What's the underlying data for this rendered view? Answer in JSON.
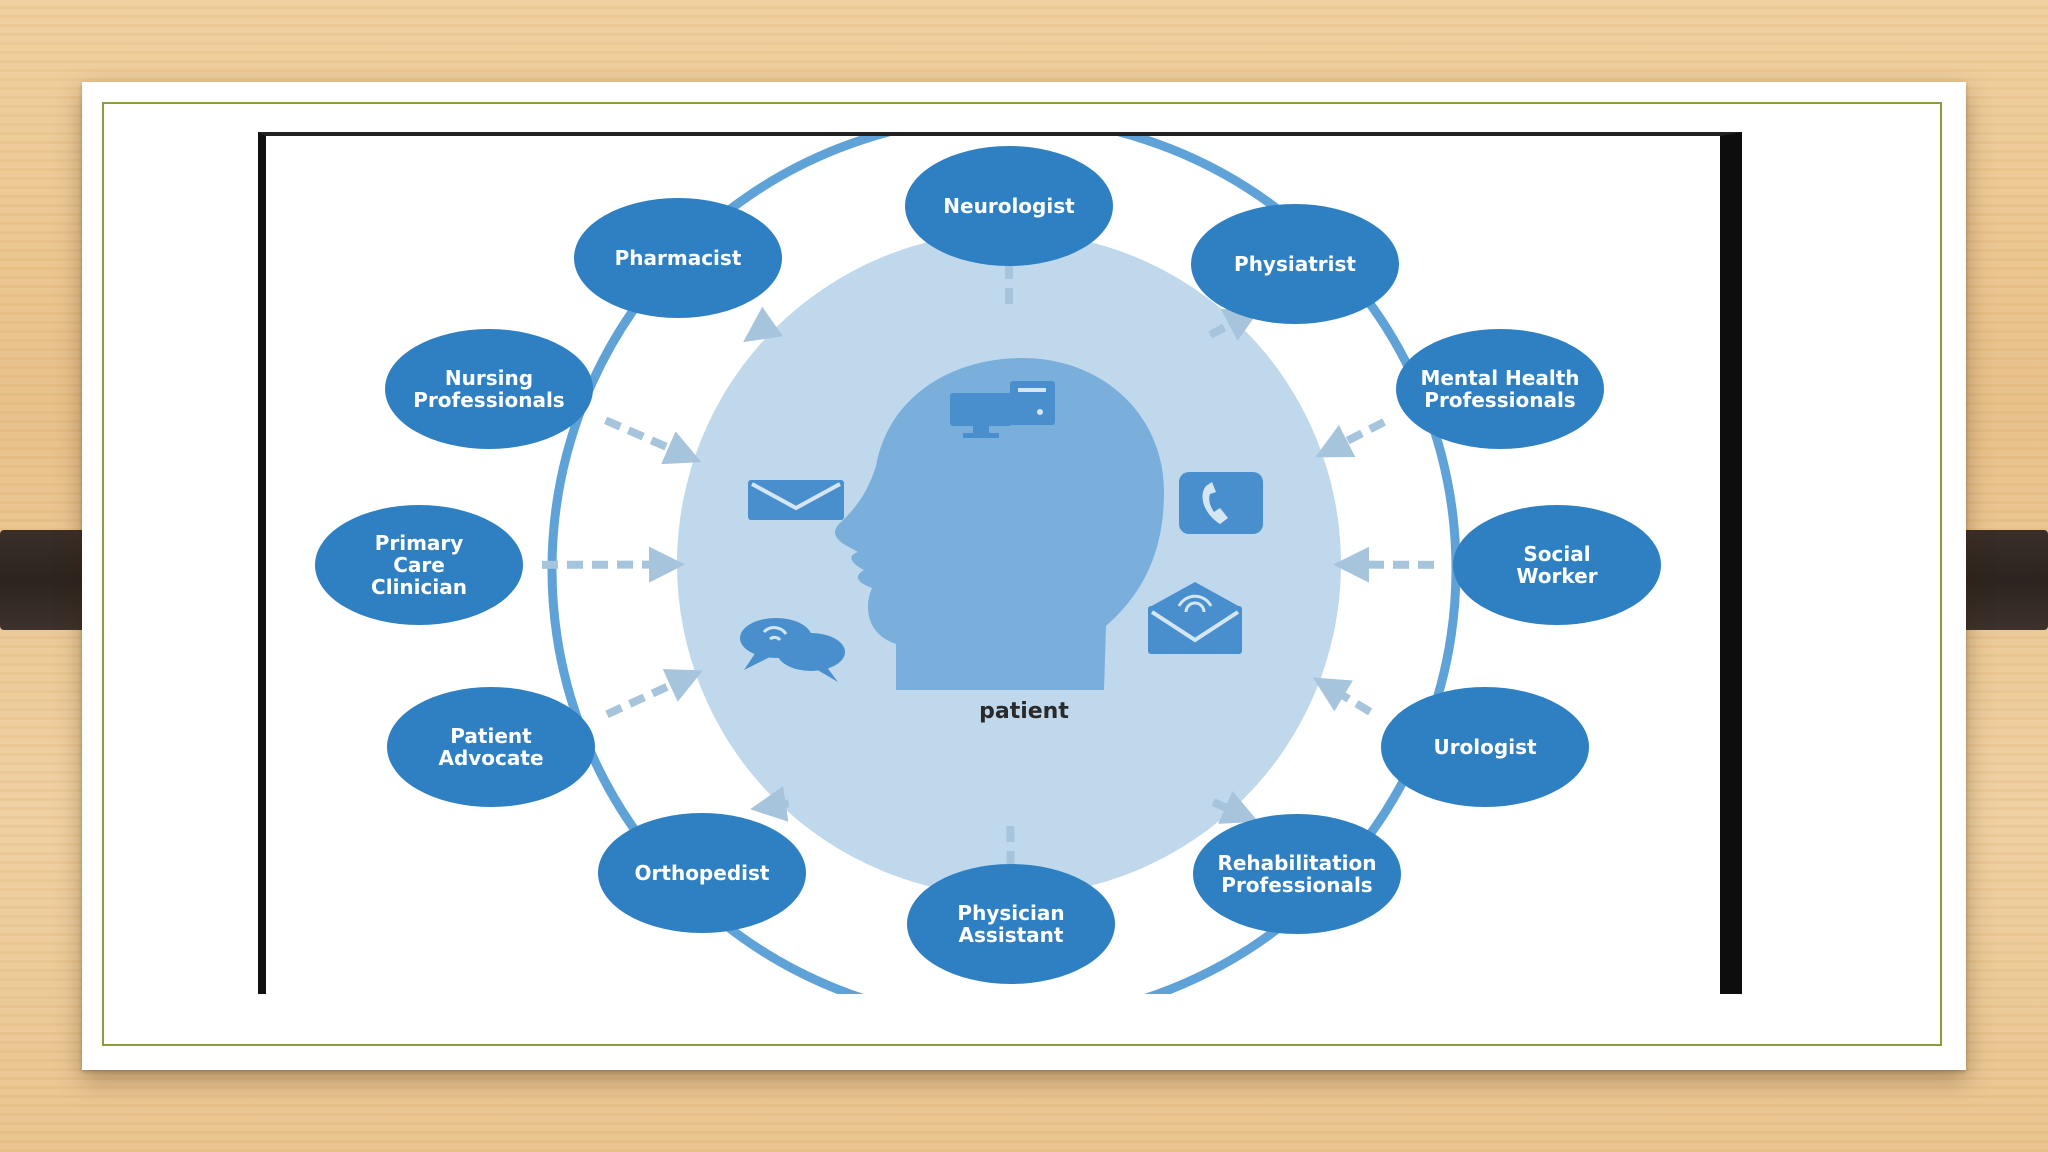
{
  "center_label": "patient",
  "colors": {
    "node": "#2f80c3",
    "ring": "#5fa2d8",
    "inner_circle": "#bfd8ec",
    "head": "#7aaedb",
    "arrow": "#a7c4dd",
    "icon": "#4a8fcd",
    "frame": "#8c9e3b"
  },
  "nodes": [
    {
      "id": "neurologist",
      "lines": [
        "Neurologist"
      ]
    },
    {
      "id": "physiatrist",
      "lines": [
        "Physiatrist"
      ]
    },
    {
      "id": "mental-health-professionals",
      "lines": [
        "Mental Health",
        "Professionals"
      ]
    },
    {
      "id": "social-worker",
      "lines": [
        "Social",
        "Worker"
      ]
    },
    {
      "id": "urologist",
      "lines": [
        "Urologist"
      ]
    },
    {
      "id": "rehabilitation-professionals",
      "lines": [
        "Rehabilitation",
        "Professionals"
      ]
    },
    {
      "id": "physician-assistant",
      "lines": [
        "Physician",
        "Assistant"
      ]
    },
    {
      "id": "orthopedist",
      "lines": [
        "Orthopedist"
      ]
    },
    {
      "id": "patient-advocate",
      "lines": [
        "Patient",
        "Advocate"
      ]
    },
    {
      "id": "primary-care-clinician",
      "lines": [
        "Primary",
        "Care",
        "Clinician"
      ]
    },
    {
      "id": "nursing-professionals",
      "lines": [
        "Nursing",
        "Professionals"
      ]
    },
    {
      "id": "pharmacist",
      "lines": [
        "Pharmacist"
      ]
    }
  ],
  "icons": [
    "computer-icon",
    "phone-icon",
    "email-icon",
    "chat-icon",
    "mail-signal-icon"
  ]
}
